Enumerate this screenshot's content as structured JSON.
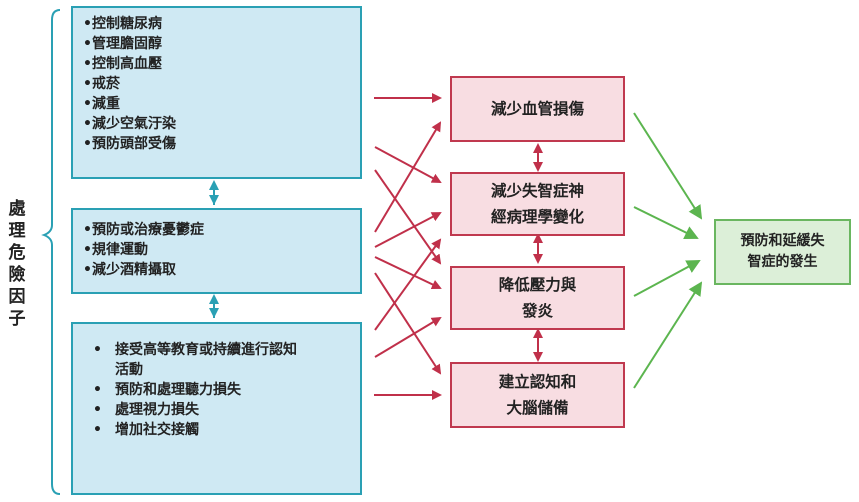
{
  "side_label": "處理危險因子",
  "risk_groups": [
    {
      "items": [
        "控制糖尿病",
        "管理膽固醇",
        "控制高血壓",
        "戒菸",
        "減重",
        "減少空氣汙染",
        "預防頭部受傷"
      ]
    },
    {
      "items": [
        "預防或治療憂鬱症",
        "規律運動",
        "減少酒精攝取"
      ]
    },
    {
      "items": [
        "接受高等教育或持續進行認知",
        "活動",
        "預防和處理聽力損失",
        "處理視力損失",
        "增加社交接觸"
      ]
    }
  ],
  "bullet": "•",
  "mechanisms": [
    {
      "lines": [
        "減少血管損傷"
      ]
    },
    {
      "lines": [
        "減少失智症神",
        "經病理學變化"
      ]
    },
    {
      "lines": [
        "降低壓力與",
        "發炎"
      ]
    },
    {
      "lines": [
        "建立認知和",
        "大腦儲備"
      ]
    }
  ],
  "outcome": {
    "lines": [
      "預防和延緩失",
      "智症的發生"
    ]
  },
  "colors": {
    "risk_fill": "#cfe9f3",
    "risk_border": "#2aa0b4",
    "mechanism_fill": "#f8dde2",
    "mechanism_border": "#c0394f",
    "outcome_fill": "#dcefd8",
    "outcome_border": "#6ab660",
    "red_arrow": "#c0304a",
    "green_arrow": "#5cb54f",
    "teal_arrow": "#2aa0b4"
  }
}
